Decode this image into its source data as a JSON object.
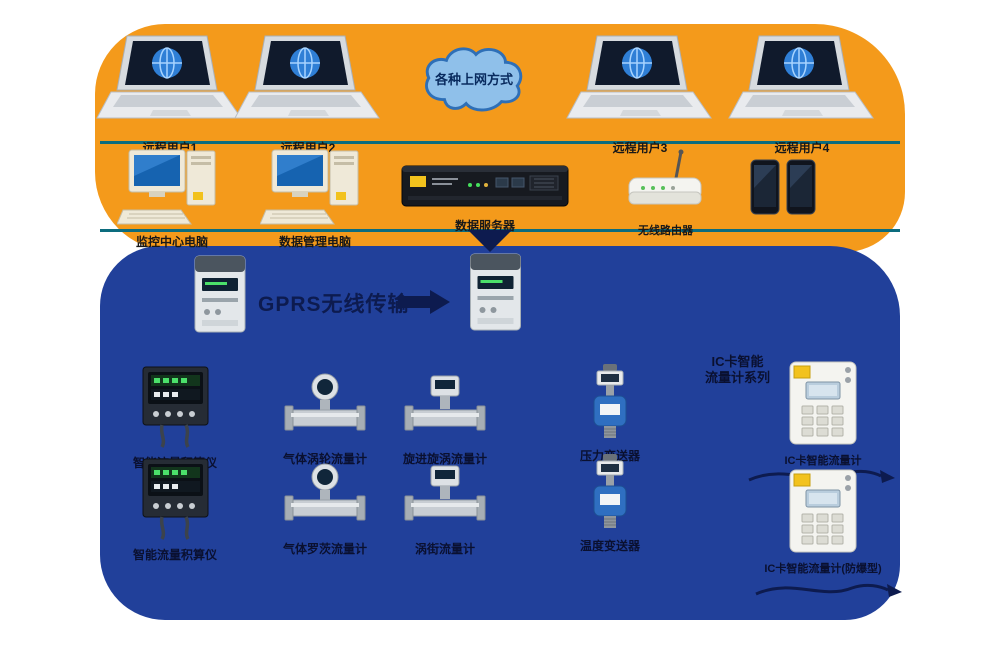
{
  "colors": {
    "band_orange": "#F49A1B",
    "panel_blue": "#21409A",
    "network_line_teal": "#0C6C7E",
    "arrow_navy": "#0D1B4F",
    "cloud_fill": "#8FC0EA"
  },
  "cloud": {
    "label": "各种上网方式"
  },
  "top_row": {
    "laptops": [
      {
        "label": "远程用户1"
      },
      {
        "label": "远程用户2"
      },
      {
        "label": "远程用户3"
      },
      {
        "label": "远程用户4"
      }
    ]
  },
  "middle_row": {
    "workstation1": {
      "label": "监控中心电脑"
    },
    "workstation2": {
      "label": "数据管理电脑"
    },
    "server": {
      "label": "数据服务器"
    },
    "router": {
      "label": "无线路由器"
    }
  },
  "platform": {
    "transfer_text": "GPRS无线传输"
  },
  "device_rows": {
    "row1": [
      {
        "label": "智能流量积算仪"
      },
      {
        "label": "气体涡轮流量计"
      },
      {
        "label": "旋进旋涡流量计"
      },
      {
        "label": "压力变送器"
      }
    ],
    "row2": [
      {
        "label": "智能流量积算仪"
      },
      {
        "label": "气体罗茨流量计"
      },
      {
        "label": "涡街流量计"
      },
      {
        "label": "温度变送器"
      }
    ]
  },
  "right_column": {
    "heading_line1": "IC卡智能",
    "heading_line2": "流量计系列",
    "device1": {
      "label": "IC卡智能流量计"
    },
    "device2": {
      "label": "IC卡智能流量计(防爆型)"
    }
  }
}
